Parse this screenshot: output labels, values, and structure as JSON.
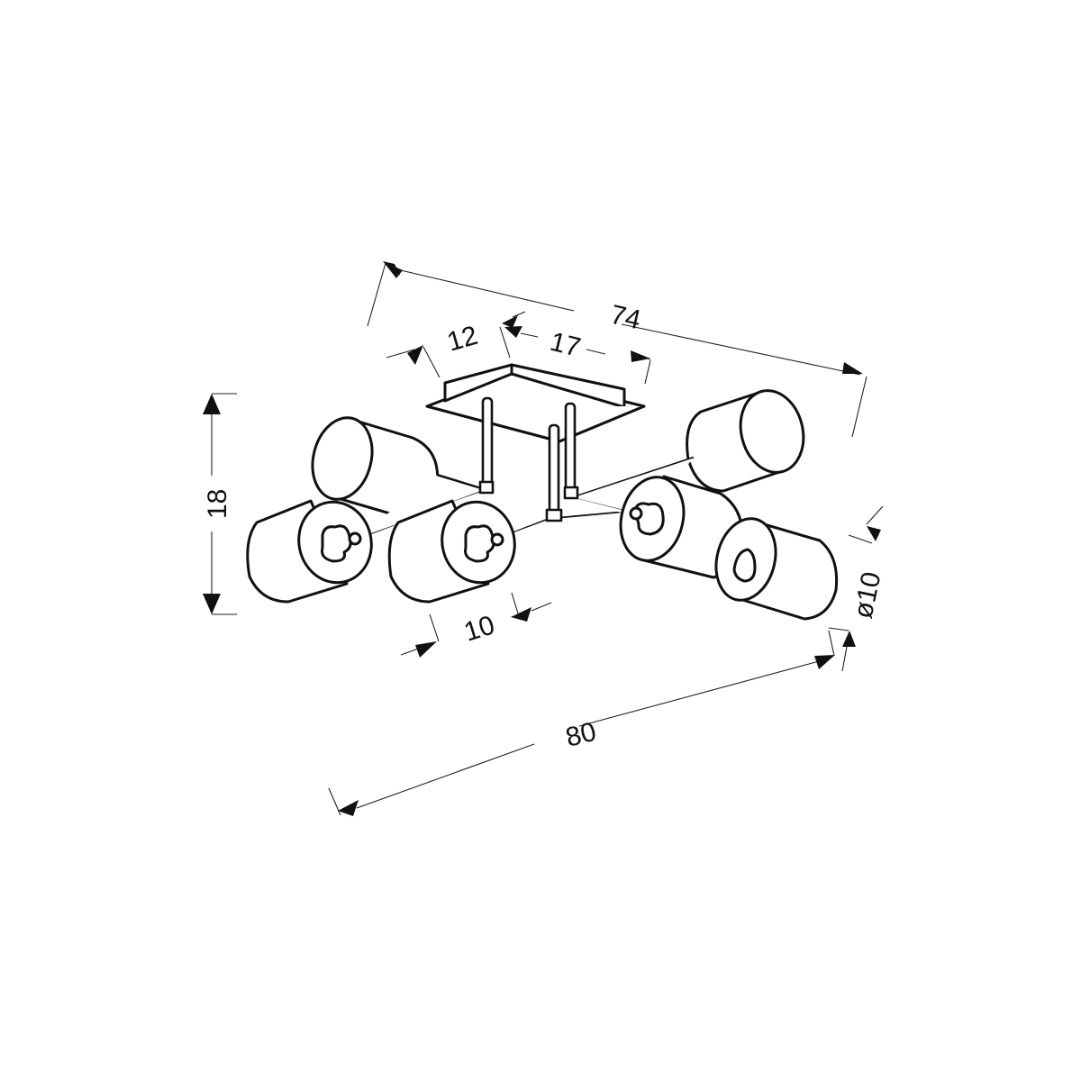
{
  "diagram": {
    "subject": "Six-light ceiling lamp with cylindrical shades on arms",
    "units": "cm",
    "dimensions": {
      "overall_width_back": "74",
      "canopy_depth": "12",
      "canopy_width": "17",
      "height": "18",
      "shade_length": "10",
      "shade_diameter": "ø10",
      "overall_width_front": "80"
    },
    "colors": {
      "line": "#111111",
      "background": "#ffffff"
    }
  }
}
